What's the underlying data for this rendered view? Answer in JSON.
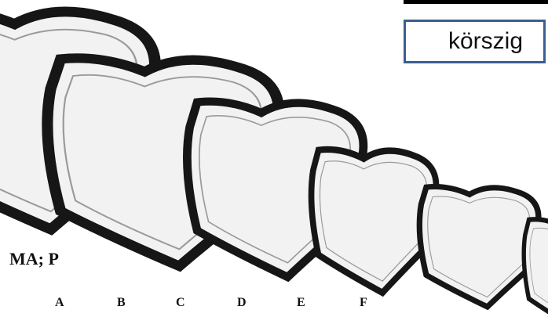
{
  "label": "körszig",
  "caption": "MA; P",
  "letters": [
    "A",
    "B",
    "C",
    "D",
    "E",
    "F"
  ]
}
